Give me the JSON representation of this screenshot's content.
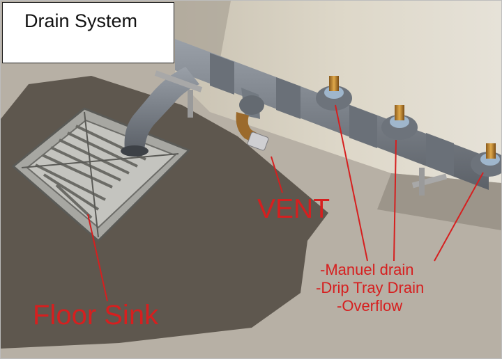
{
  "title": "Drain System",
  "labels": {
    "vent": "VENT",
    "floor_sink": "Floor Sink",
    "drains": [
      "-Manuel drain",
      "-Drip Tray Drain",
      "-Overflow"
    ]
  },
  "colors": {
    "annotation_red": "#d61f1f",
    "pipe_gray": "#7b8189",
    "wall": "#d8d2c4",
    "floor": "#b9b2a7",
    "mortar_patch": "#5d564d"
  }
}
